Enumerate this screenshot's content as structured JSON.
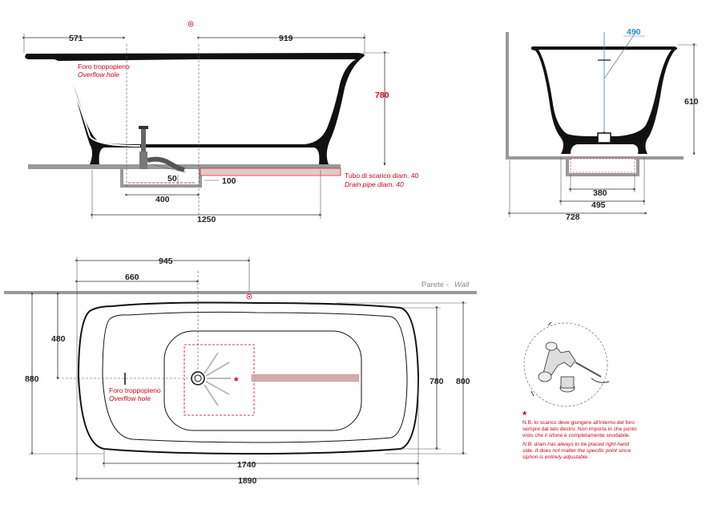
{
  "side_view": {
    "dims": {
      "d571": "571",
      "d919": "919",
      "d780": "780",
      "d50": "50",
      "d100": "100",
      "d400": "400",
      "d1250": "1250"
    },
    "overflow_label_it": "Foro troppopieno",
    "overflow_label_en": "Overflow hole",
    "drain_label_it": "Tubo di scarico diam. 40",
    "drain_label_en": "Drain pipe diam. 40"
  },
  "end_view": {
    "dims": {
      "d490": "490",
      "d610": "610",
      "d380": "380",
      "d495": "495",
      "d728": "728"
    }
  },
  "plan_view": {
    "dims": {
      "d945": "945",
      "d660": "660",
      "d480": "480",
      "d880": "880",
      "d780": "780",
      "d800": "800",
      "d1740": "1740",
      "d1890": "1890"
    },
    "wall_label_it": "Parete - ",
    "wall_label_en": "Wall",
    "overflow_label_it": "Foro troppopieno",
    "overflow_label_en": "Overflow hole",
    "asterisk": "*"
  },
  "note": {
    "asterisk": "*",
    "it_line1": "N.B. lo scarico deve giungere all'interno del foro",
    "it_line2": "sempre dal lato destro. Non importa in che punto",
    "it_line3": "visto che il sifone è completamente snodabile.",
    "en_line1": "N.B. drain has always to be placed right-hand",
    "en_line2": "side. It does not matter the specific point since",
    "en_line3": "siphon is entirely adjustable."
  },
  "colors": {
    "accent_red": "#d0021b",
    "dimension_blue": "#2a8fc9",
    "tub_black": "#111111",
    "floor_gray": "#999999"
  }
}
